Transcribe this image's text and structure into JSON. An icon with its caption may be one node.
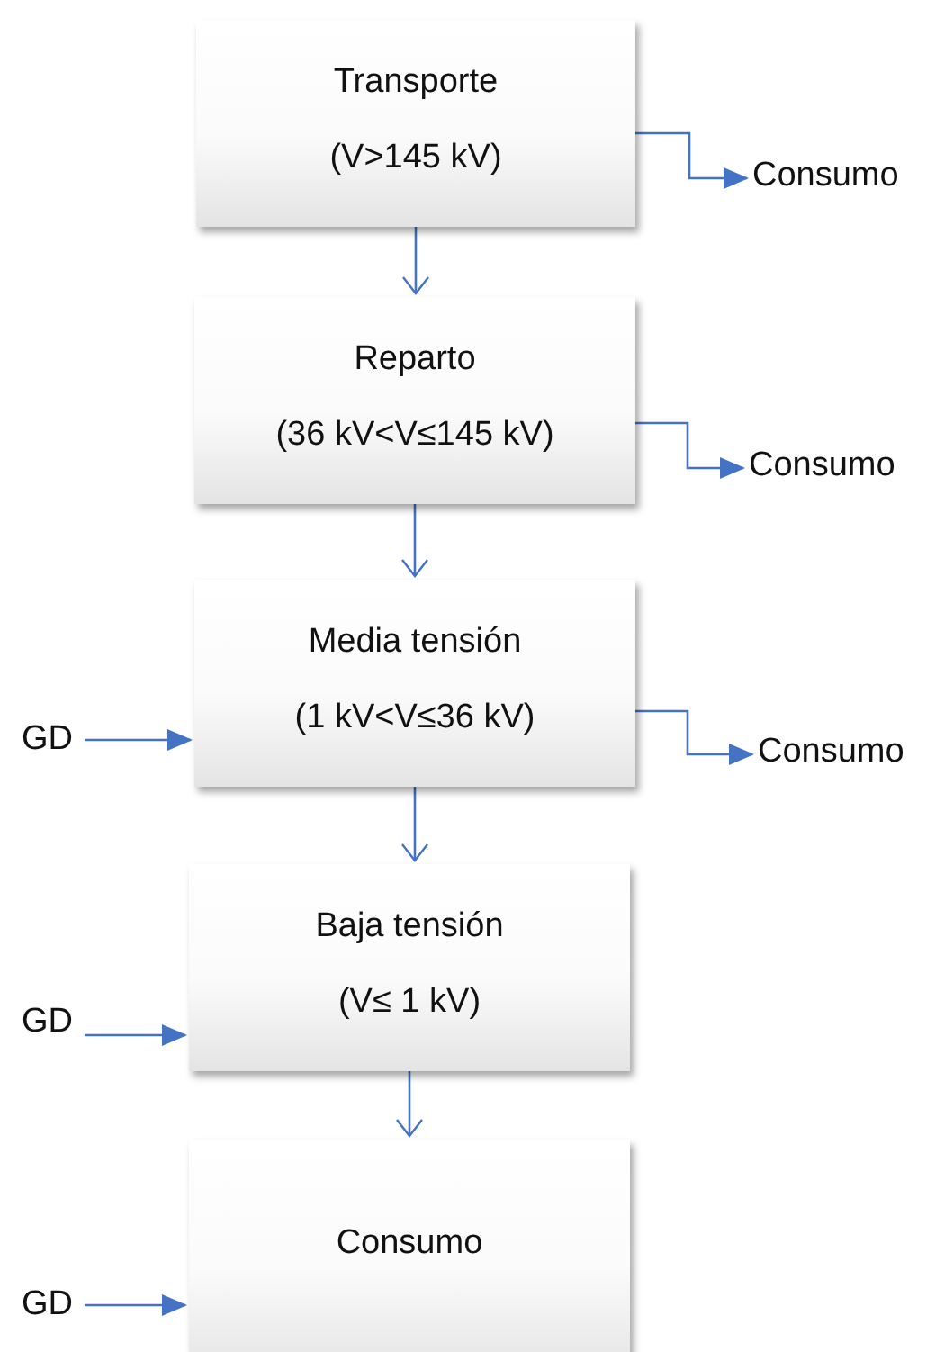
{
  "diagram": {
    "nodes": [
      {
        "text": [
          "Transporte",
          "(V>145 kV)"
        ]
      },
      {
        "text": [
          "Consumo"
        ]
      },
      {
        "text": [
          "Reparto",
          "(36 kV<V≤145 kV)"
        ]
      },
      {
        "text": [
          "Consumo"
        ]
      },
      {
        "text": [
          "Media tensión",
          "(1 kV<V≤36 kV)"
        ]
      },
      {
        "text": [
          "Consumo"
        ]
      },
      {
        "text": [
          "GD"
        ]
      },
      {
        "text": [
          "Baja tensión",
          "(V≤ 1 kV)"
        ]
      },
      {
        "text": [
          "GD"
        ]
      },
      {
        "text": [
          "Consumo"
        ]
      },
      {
        "text": [
          "GD"
        ]
      }
    ],
    "edges": [
      {
        "from": 0,
        "to": 2,
        "arrow": "to"
      },
      {
        "from": 2,
        "to": 4,
        "arrow": "to"
      },
      {
        "from": 4,
        "to": 7,
        "arrow": "to"
      },
      {
        "from": 7,
        "to": 9,
        "arrow": "to"
      },
      {
        "from": 0,
        "to": 1,
        "arrow": "to"
      },
      {
        "from": 2,
        "to": 3,
        "arrow": "to"
      },
      {
        "from": 4,
        "to": 5,
        "arrow": "to"
      },
      {
        "from": 6,
        "to": 4,
        "arrow": "to"
      },
      {
        "from": 8,
        "to": 7,
        "arrow": "to"
      },
      {
        "from": 10,
        "to": 9,
        "arrow": "to"
      }
    ]
  }
}
